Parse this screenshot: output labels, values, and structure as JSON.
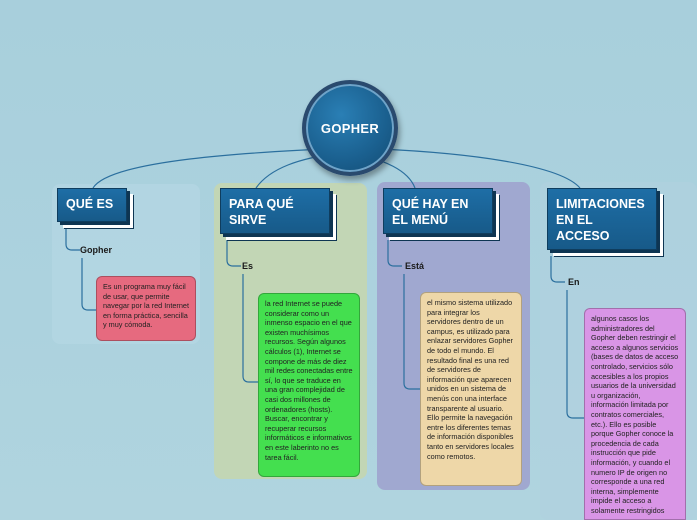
{
  "colors": {
    "background": "#acd2de",
    "central_fill": "#1a5f8e",
    "topic_fill": "#1e6ea6",
    "connector": "#2b6f9e",
    "group1_bg": "#b8d9e6",
    "group2_bg": "#c2d6b5",
    "group3_bg": "#a0a8d0",
    "group4_bg": "#b0d0e0",
    "note_pink": "#e66a7f",
    "note_green": "#44df4f",
    "note_peach": "#eed7a8",
    "note_violet": "#d995e6"
  },
  "central": {
    "title": "GOPHER"
  },
  "topics": [
    {
      "title": "QUÉ ES",
      "sub": "Gopher",
      "note": "Es un programa muy fácil de usar, que permite navegar por la red Internet en forma práctica, sencilla y muy cómoda."
    },
    {
      "title": "PARA QUÉ SIRVE",
      "sub": "Es",
      "note": "la red Internet se puede considerar como un inmenso espacio en el que existen muchísimos recursos. Según algunos cálculos (1), Internet se compone de más de diez mil redes conectadas entre sí, lo que se traduce en una gran complejidad de casi dos millones de ordenadores (hosts). Buscar, encontrar y recuperar recursos informáticos e informativos en este laberinto no es tarea fácil."
    },
    {
      "title": "QUÉ HAY EN EL MENÚ",
      "sub": "Está",
      "note": "el mismo sistema utilizado para integrar los servidores dentro de un campus, es utilizado para enlazar servidores Gopher de todo el mundo. El resultado final es una red de servidores de información que aparecen unidos en un sistema de menús con una interface transparente al usuario. Ello permite la navegación entre los diferentes temas de información disponibles tanto en servidores locales como remotos."
    },
    {
      "title": "LIMITACIONES EN EL ACCESO",
      "sub": "En",
      "note": "algunos casos los administradores del Gopher deben restringir el acceso a algunos servicios (bases de datos de acceso controlado, servicios sólo accesibles a los propios usuarios de la universidad u organización, información limitada por contratos comerciales, etc.). Ello es posible porque Gopher conoce la procedencia de cada instrucción que pide información, y cuando el numero IP de origen no corresponde a una red interna, simplemente impide el acceso a solamente restringidos"
    }
  ]
}
